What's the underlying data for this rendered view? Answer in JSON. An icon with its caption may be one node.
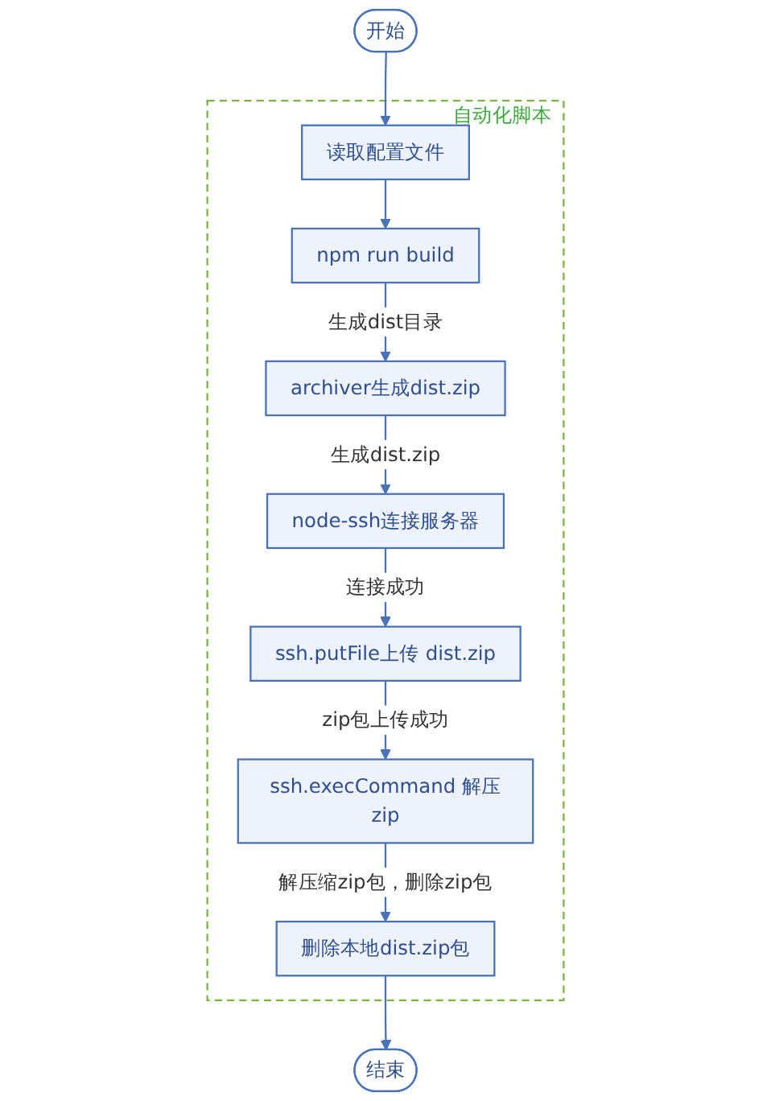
{
  "diagram": {
    "nodes": [
      {
        "text": [
          "开始"
        ]
      },
      {
        "text": [
          "自动化脚本"
        ]
      },
      {
        "text": [
          "读取配置文件"
        ],
        "in": 1
      },
      {
        "text": [
          "npm run build"
        ],
        "in": 1
      },
      {
        "text": [
          "archiver生成dist.zip"
        ],
        "in": 1
      },
      {
        "text": [
          "node-ssh连接服务器"
        ],
        "in": 1
      },
      {
        "text": [
          "ssh.putFile上传 dist.zip"
        ],
        "in": 1
      },
      {
        "text": [
          "ssh.execCommand 解压zip"
        ],
        "in": 1
      },
      {
        "text": [
          "删除本地dist.zip包"
        ],
        "in": 1
      },
      {
        "text": [
          "结束"
        ]
      }
    ],
    "edges": [
      {
        "from": 0,
        "to": 2,
        "arrow": "to"
      },
      {
        "from": 2,
        "to": 3,
        "arrow": "to"
      },
      {
        "from": 3,
        "to": 4,
        "arrow": "to",
        "label": "生成dist目录"
      },
      {
        "from": 4,
        "to": 5,
        "arrow": "to",
        "label": "生成dist.zip"
      },
      {
        "from": 5,
        "to": 6,
        "arrow": "to",
        "label": "连接成功"
      },
      {
        "from": 6,
        "to": 7,
        "arrow": "to",
        "label": "zip包上传成功"
      },
      {
        "from": 7,
        "to": 8,
        "arrow": "to",
        "label": "解压缩zip包，删除zip包"
      },
      {
        "from": 8,
        "to": 9,
        "arrow": "to"
      }
    ]
  }
}
